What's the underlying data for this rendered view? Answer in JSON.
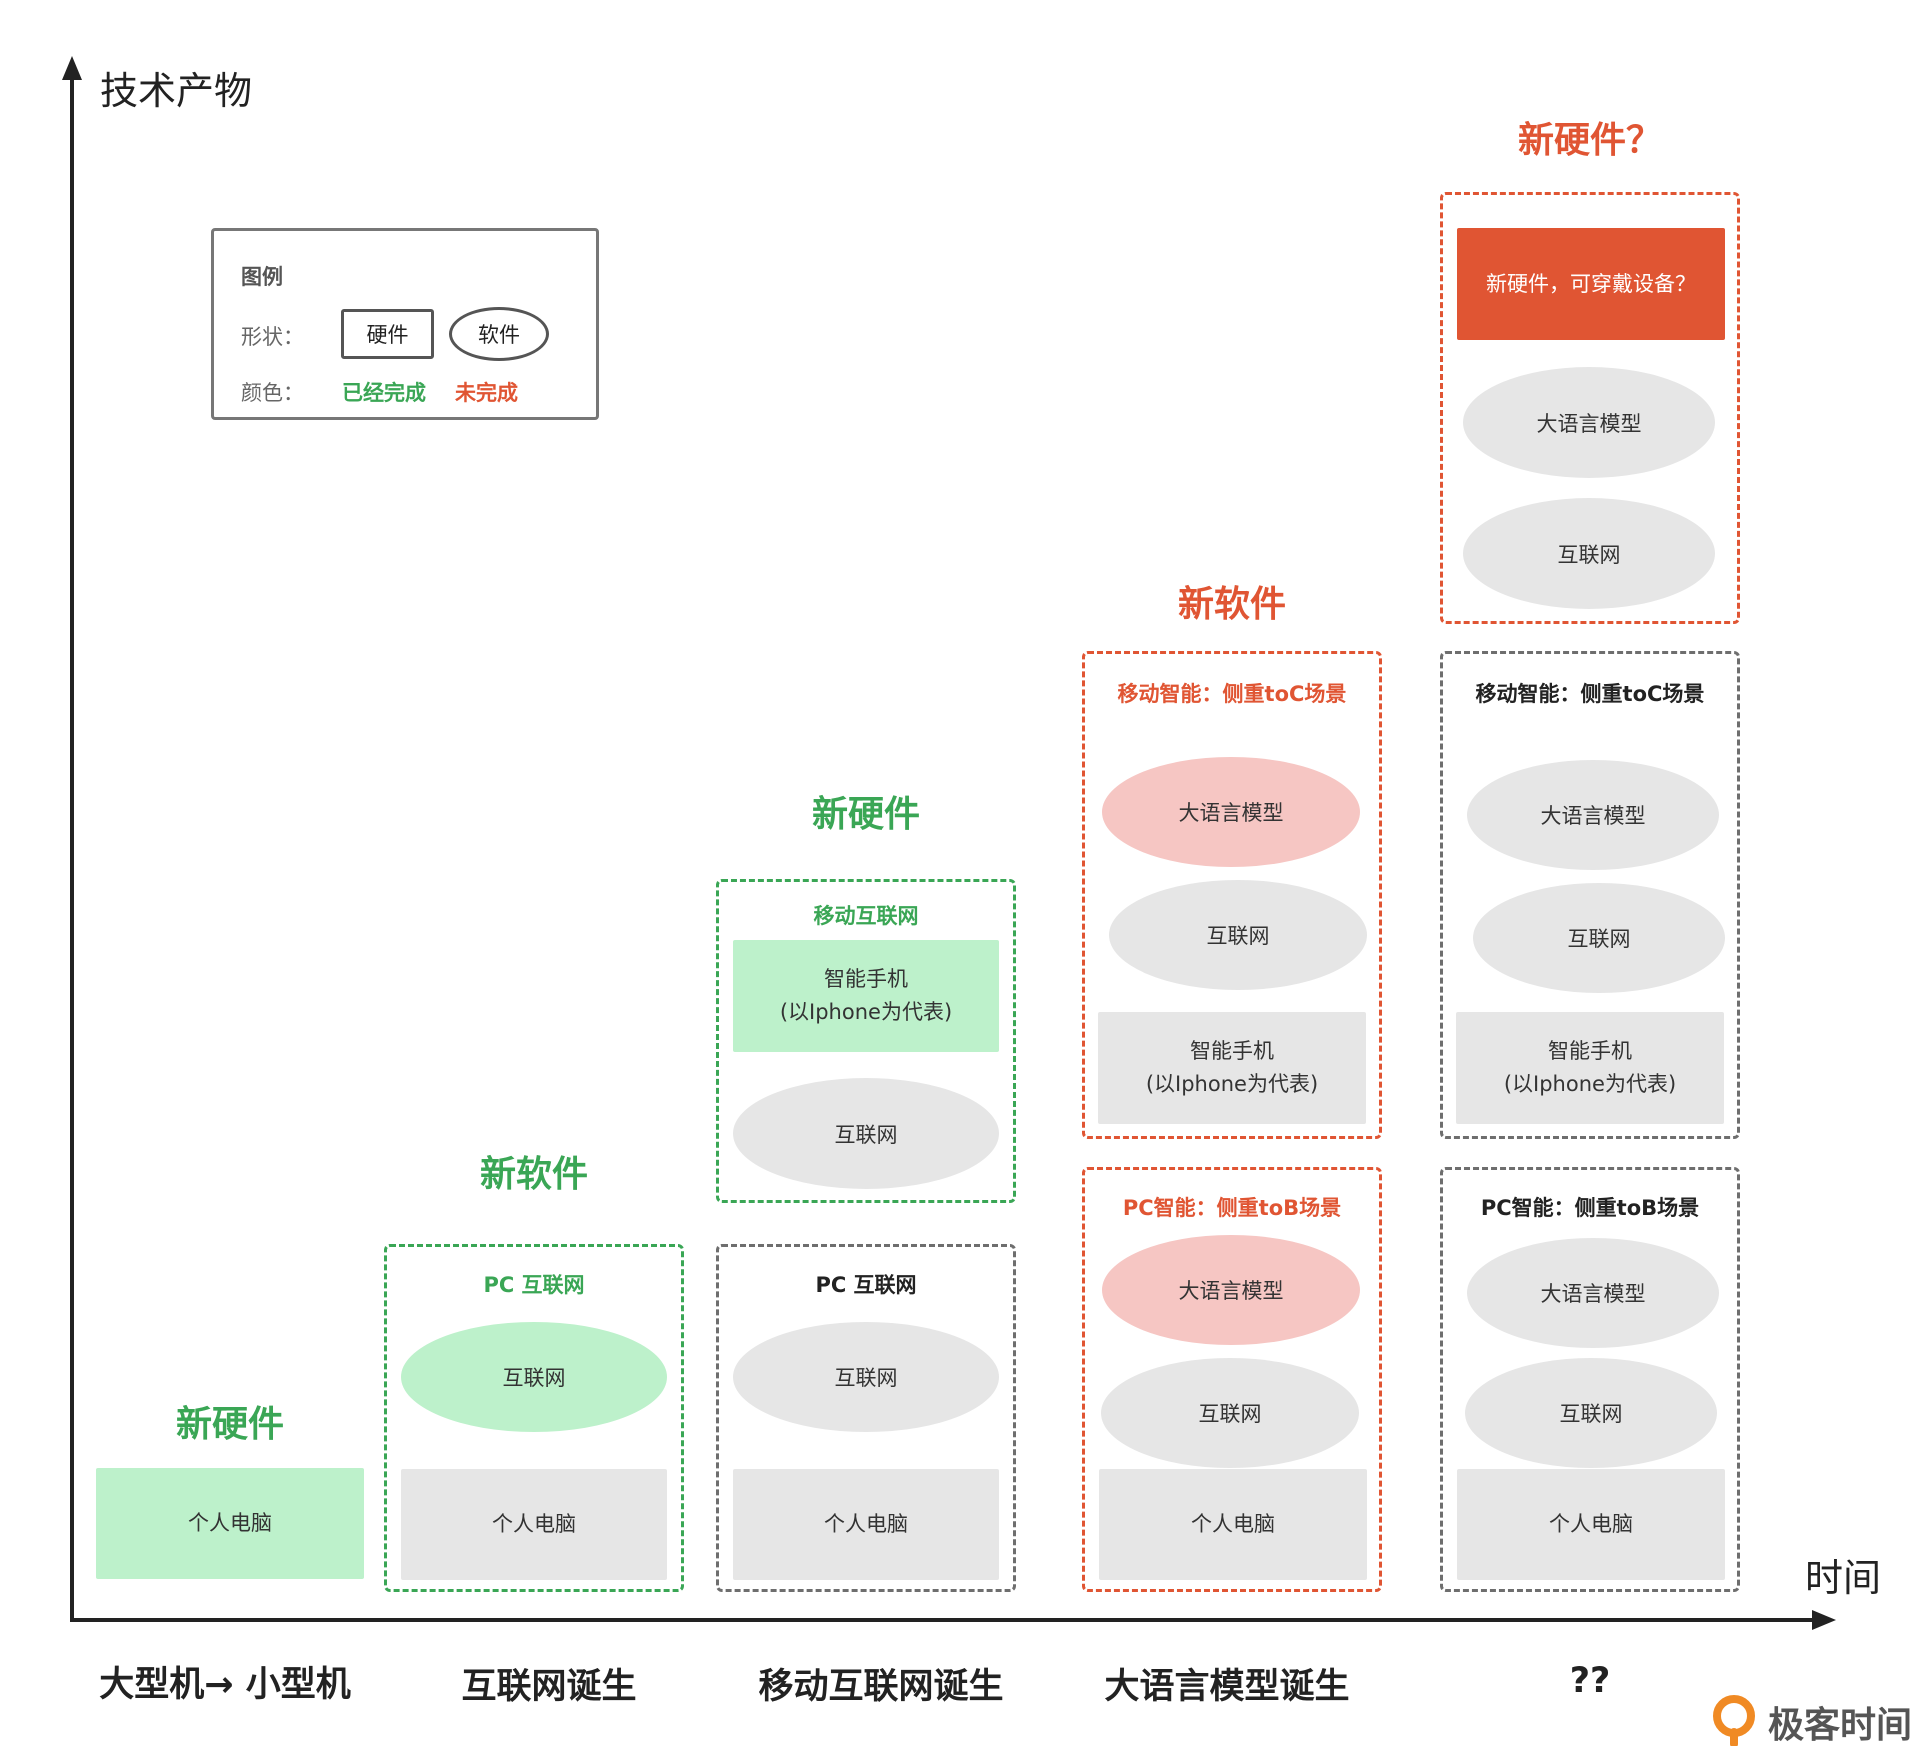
{
  "axes": {
    "y_label": "技术产物",
    "x_label": "时间"
  },
  "legend": {
    "title": "图例",
    "shape_label": "形状：",
    "hardware_label": "硬件",
    "software_label": "软件",
    "color_label": "颜色：",
    "done_label": "已经完成",
    "todo_label": "未完成"
  },
  "eras": [
    {
      "label": "大型机→ 小型机"
    },
    {
      "label": "互联网诞生"
    },
    {
      "label": "移动互联网诞生"
    },
    {
      "label": "大语言模型诞生"
    },
    {
      "label": "??"
    }
  ],
  "col1": {
    "tag": "新硬件",
    "pc": "个人电脑"
  },
  "col2": {
    "tag": "新软件",
    "group_title": "PC 互联网",
    "internet": "互联网",
    "pc": "个人电脑"
  },
  "col3": {
    "tag": "新硬件",
    "mobile_title": "移动互联网",
    "phone_line1": "智能手机",
    "phone_line2": "(以Iphone为代表)",
    "mobile_internet": "互联网",
    "pc_title": "PC 互联网",
    "pc_internet": "互联网",
    "pc": "个人电脑"
  },
  "col4": {
    "tag": "新软件",
    "mobile_title": "移动智能：侧重toC场景",
    "mobile_llm": "大语言模型",
    "mobile_internet": "互联网",
    "phone_line1": "智能手机",
    "phone_line2": "(以Iphone为代表)",
    "pc_title": "PC智能：侧重toB场景",
    "pc_llm": "大语言模型",
    "pc_internet": "互联网",
    "pc": "个人电脑"
  },
  "col5": {
    "tag": "新硬件？",
    "device": "新硬件，可穿戴设备？",
    "future_llm": "大语言模型",
    "future_internet": "互联网",
    "mobile_title": "移动智能：侧重toC场景",
    "mobile_llm": "大语言模型",
    "mobile_internet": "互联网",
    "phone_line1": "智能手机",
    "phone_line2": "(以Iphone为代表)",
    "pc_title": "PC智能：侧重toB场景",
    "pc_llm": "大语言模型",
    "pc_internet": "互联网",
    "pc": "个人电脑"
  },
  "brand": {
    "name": "极客时间"
  },
  "colors": {
    "done": "#3aa655",
    "todo": "#e05533",
    "done_fill": "#bdf1cb",
    "todo_fill": "#f6c6c3",
    "neutral_fill": "#e6e6e6"
  }
}
